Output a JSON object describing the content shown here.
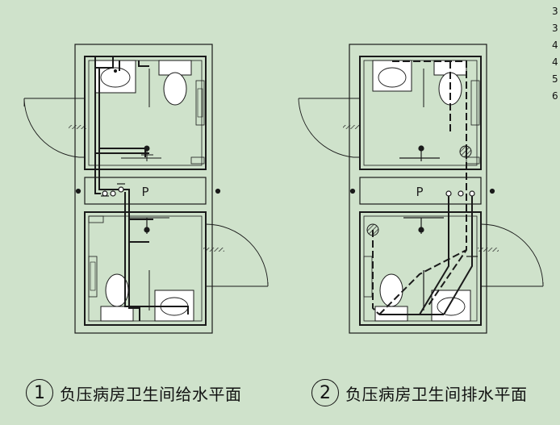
{
  "drawings": [
    {
      "id": "1",
      "title": "负压病房卫生间给水平面",
      "room_label": "P"
    },
    {
      "id": "2",
      "title": "负压病房卫生间排水平面",
      "room_label": "P"
    }
  ],
  "edge_notes": [
    "3",
    "3",
    "4",
    "4",
    "5",
    "6"
  ],
  "colors": {
    "background": "#cfe2cb",
    "line": "#1a1a1a",
    "fixture_fill": "#ffffff"
  }
}
